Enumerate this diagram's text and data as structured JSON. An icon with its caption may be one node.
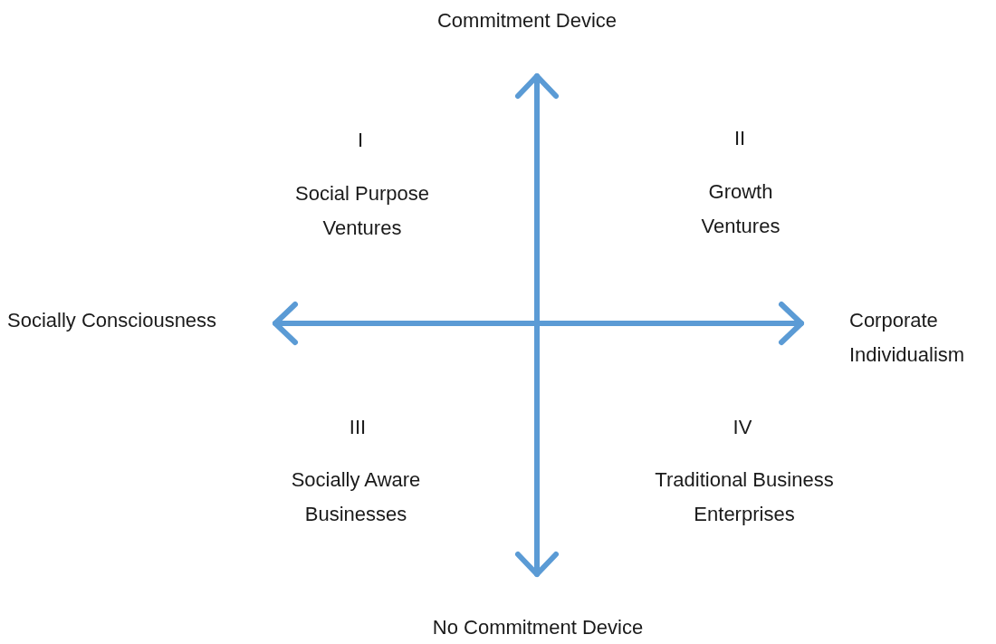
{
  "diagram": {
    "labels": [
      "Commitment Device",
      "I",
      "Social Purpose Ventures",
      "II",
      "Growth Ventures",
      "Socially Consciousness",
      "Corporate Individualism",
      "III",
      "Socially Aware Businesses",
      "IV",
      "Traditional Business Enterprises",
      "No Commitment Device"
    ]
  }
}
